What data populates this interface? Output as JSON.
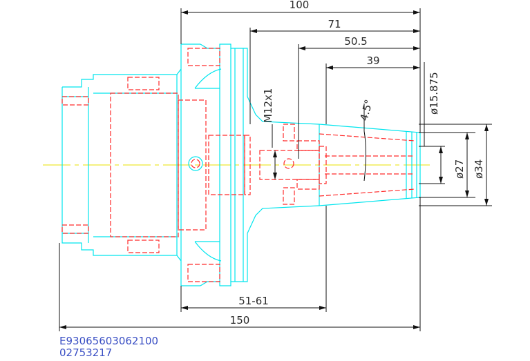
{
  "dimensions": {
    "d100": "100",
    "d71": "71",
    "d50_5": "50.5",
    "d39": "39",
    "angle": "4.5°",
    "thread": "M12x1",
    "dia15875": "ø15.875",
    "dia27": "ø27",
    "dia34": "ø34",
    "d51_61": "51-61",
    "d150": "150"
  },
  "codes": {
    "part_number": "E93065603062100",
    "article_number": "02753217"
  },
  "colors": {
    "outline": "#00e5ee",
    "hidden": "#ff2a2a",
    "centerline": "#e8e000",
    "dimension": "#111111",
    "code_text": "#3a4fc4"
  }
}
